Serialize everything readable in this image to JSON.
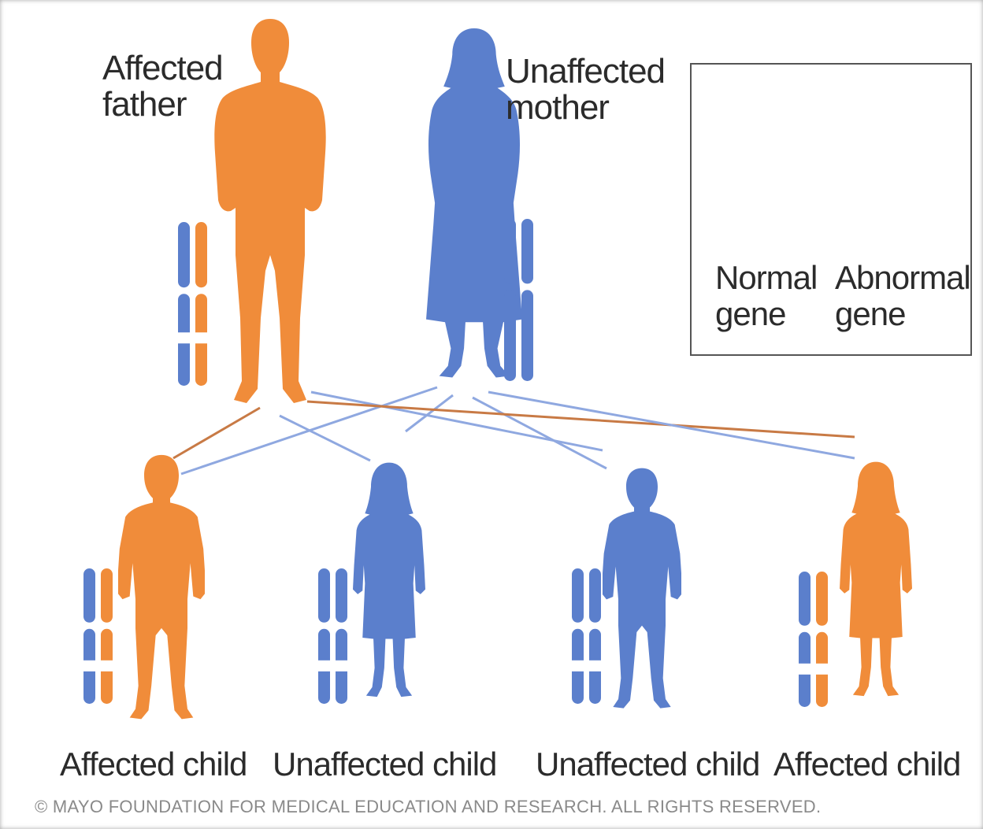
{
  "colors": {
    "normal": "#5b7fcc",
    "abnormal": "#f08c3a",
    "line_orange": "#c87a45",
    "line_blue": "#8fa8e0"
  },
  "parents": {
    "father": {
      "label_line1": "Affected",
      "label_line2": "father",
      "status": "abnormal"
    },
    "mother": {
      "label_line1": "Unaffected",
      "label_line2": "mother",
      "status": "normal"
    }
  },
  "children": [
    {
      "label": "Affected child",
      "status": "abnormal"
    },
    {
      "label": "Unaffected child",
      "status": "normal"
    },
    {
      "label": "Unaffected child",
      "status": "normal"
    },
    {
      "label": "Affected child",
      "status": "abnormal"
    }
  ],
  "legend": {
    "normal": {
      "line1": "Normal",
      "line2": "gene"
    },
    "abnormal": {
      "line1": "Abnormal",
      "line2": "gene"
    }
  },
  "copyright": "© MAYO FOUNDATION FOR MEDICAL EDUCATION AND RESEARCH. ALL RIGHTS RESERVED."
}
